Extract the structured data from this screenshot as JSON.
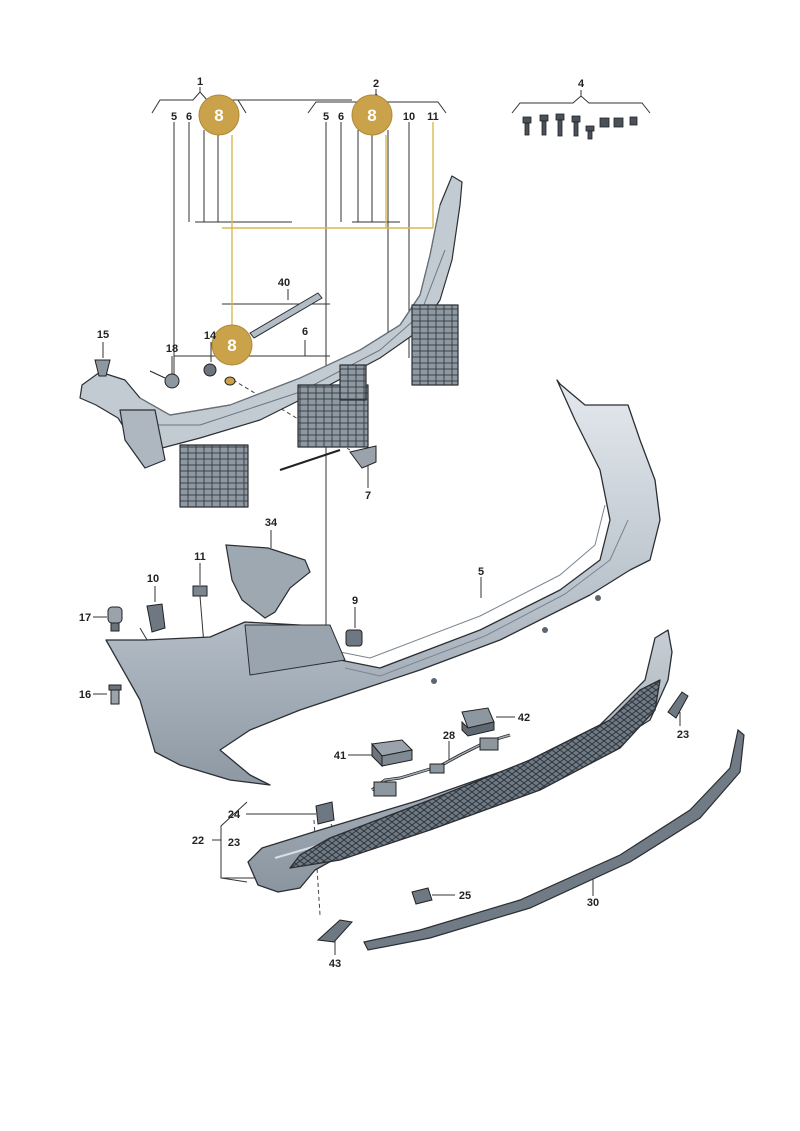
{
  "labels": {
    "p1": "1",
    "p2": "2",
    "p4": "4",
    "p5a": "5",
    "p6a": "6",
    "p5b": "5",
    "p6b": "6",
    "p10": "10",
    "p11": "11",
    "p40": "40",
    "p15": "15",
    "p18": "18",
    "p14": "14",
    "p6c": "6",
    "p7": "7",
    "p34": "34",
    "p11b": "11",
    "p10b": "10",
    "p5c": "5",
    "p17": "17",
    "p9": "9",
    "p16": "16",
    "p42": "42",
    "p23": "23",
    "p28": "28",
    "p41": "41",
    "p24": "24",
    "p22": "22",
    "p23b": "23",
    "p25": "25",
    "p30": "30",
    "p43": "43"
  },
  "callouts": {
    "c1": "8",
    "c2": "8",
    "c3": "8"
  },
  "colors": {
    "callout": "#c9a24a",
    "callout_line": "#d8b855",
    "part_light": "#d7dde3",
    "part_mid": "#b9c2cb",
    "part_dark": "#7f8a95",
    "outline": "#2b2f33"
  }
}
